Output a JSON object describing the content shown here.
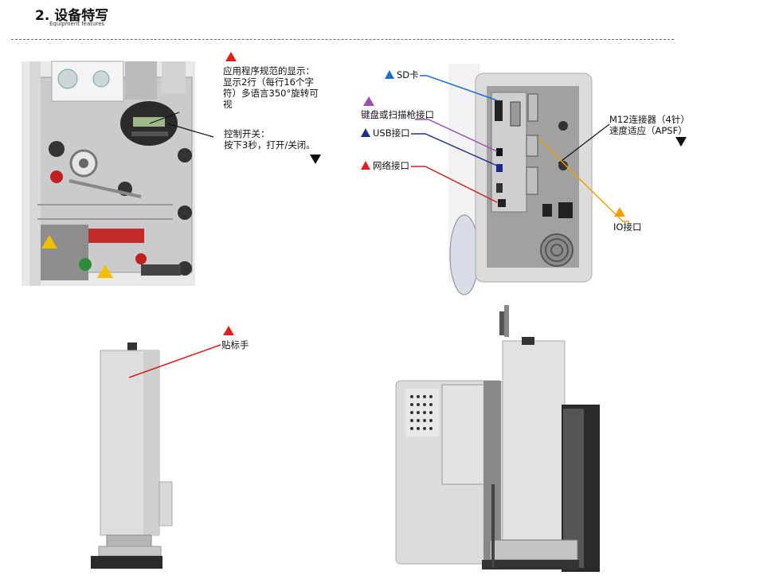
{
  "header": {
    "title": "2. 设备特写",
    "subtitle": "Equipment features"
  },
  "callouts": {
    "display": {
      "lines": [
        "应用程序规范的显示：",
        "显示2行（每行16个字",
        "符）多语言350°旋转可",
        "视"
      ]
    },
    "switch": {
      "lines": [
        "控制开关：",
        "按下3秒，打开/关闭。"
      ]
    },
    "sd_card": {
      "label": "SD卡"
    },
    "keyboard": {
      "label": "键盘或扫描枪接口"
    },
    "usb": {
      "label": "USB接口"
    },
    "network": {
      "label": "网络接口"
    },
    "m12": {
      "lines": [
        "M12连接器（4针）",
        "速度适应（APSF）"
      ]
    },
    "io": {
      "label": "IO接口"
    },
    "applicator": {
      "label": "贴标手"
    }
  },
  "colors": {
    "red": "#e02020",
    "blue": "#1f6fd0",
    "purple": "#9b4fb0",
    "navy": "#1c2f8a",
    "orange": "#f0a000",
    "black": "#111111"
  }
}
